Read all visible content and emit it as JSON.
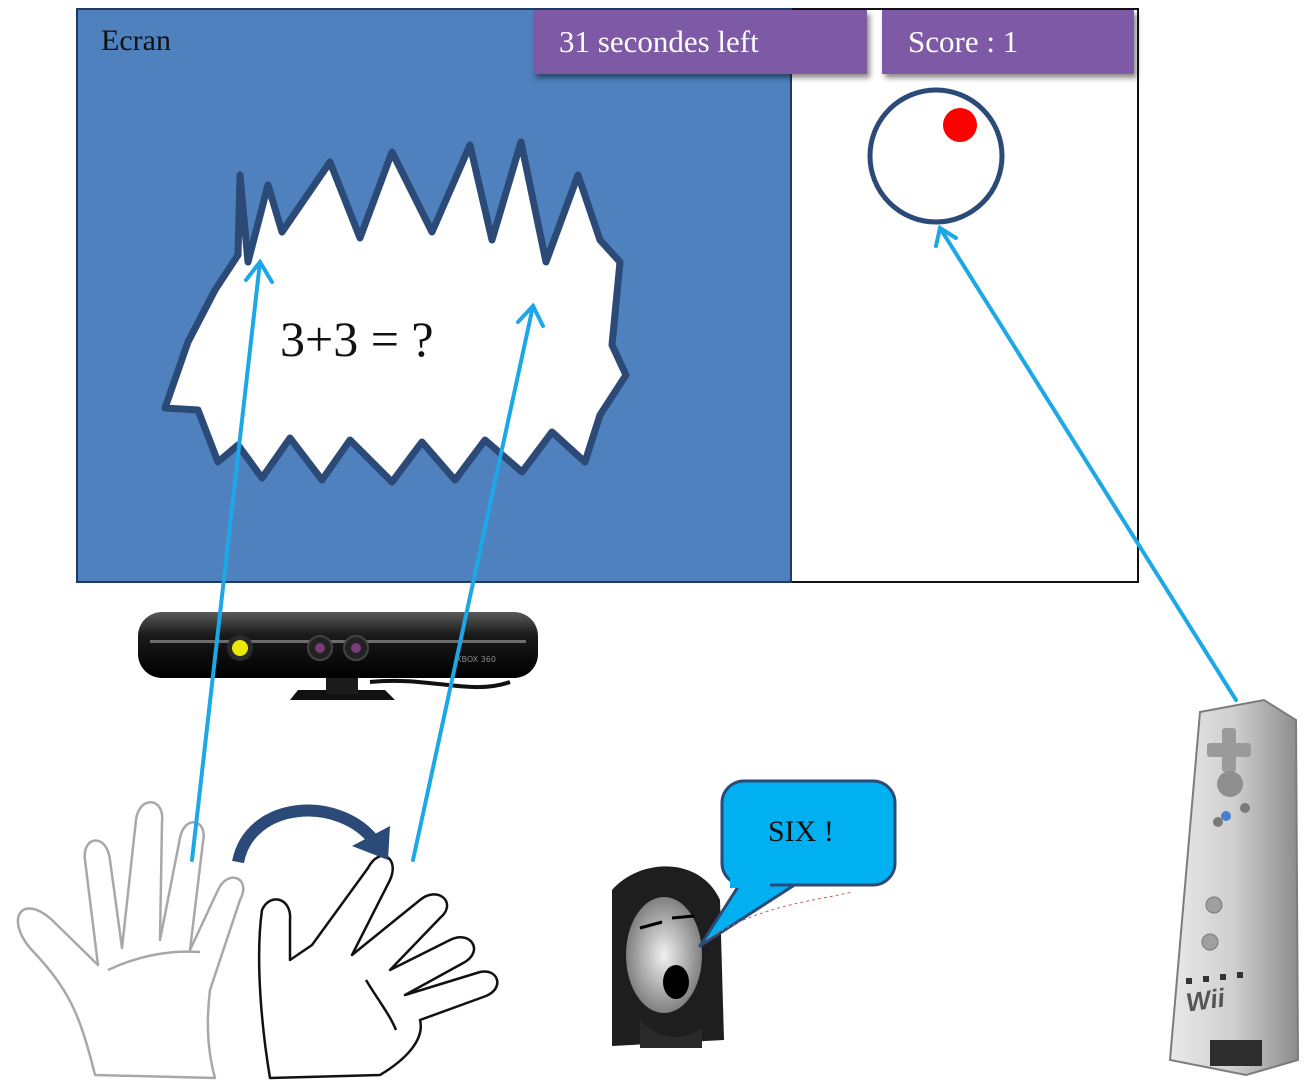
{
  "screen": {
    "label": "Ecran",
    "timer_text": "31 secondes left",
    "score_text": "Score : 1"
  },
  "question": {
    "text": "3+3 = ?"
  },
  "speech": {
    "text": "SIX !"
  },
  "kinect": {
    "brand_text": "XBOX 360"
  },
  "wiimote": {
    "brand_text": "Wii"
  },
  "colors": {
    "screen_blue": "#4e81bd",
    "hud_purple": "#7d59a6",
    "arrow_cyan": "#1ca8e6",
    "bubble_fill": "#00b0f0",
    "target_dot": "#ff0000",
    "outline_navy": "#2c4a77"
  }
}
